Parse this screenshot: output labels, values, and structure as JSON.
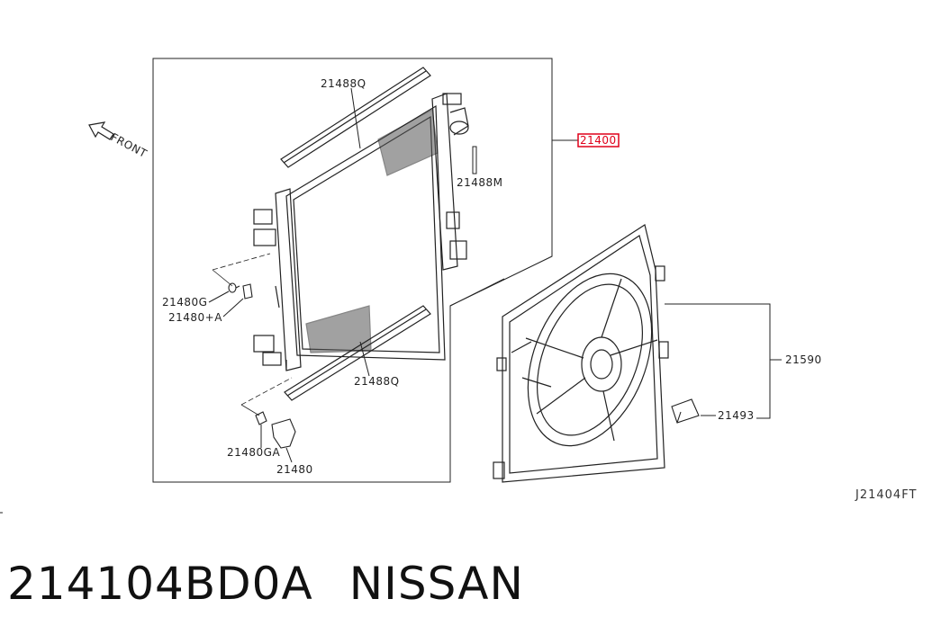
{
  "diagram": {
    "labels": {
      "front": "FRONT",
      "strip_top": "21488Q",
      "radiator": "21400",
      "pin": "21488M",
      "bolt_g": "21480G",
      "bolt_a": "21480+A",
      "strip_bottom": "21488Q",
      "bolt_ga": "21480GA",
      "mount": "21480",
      "fan": "21590",
      "motor": "21493"
    },
    "figure_id": "J21404FT"
  },
  "caption": {
    "part_number": "214104BD0A",
    "brand": "NISSAN"
  },
  "colors": {
    "line": "#222222",
    "highlight": "#e0001a"
  }
}
